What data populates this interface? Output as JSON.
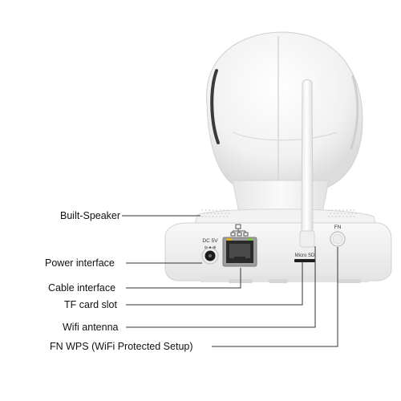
{
  "device": {
    "dc_label": "DC 5V",
    "dc_polarity": "⊖-●-⊕",
    "microsd_label": "Micro SD",
    "fn_label": "FN"
  },
  "callouts": [
    {
      "id": "built-speaker",
      "label": "Built-Speaker"
    },
    {
      "id": "power-interface",
      "label": "Power interface"
    },
    {
      "id": "cable-interface",
      "label": "Cable interface"
    },
    {
      "id": "tf-card-slot",
      "label": "TF card slot"
    },
    {
      "id": "wifi-antenna",
      "label": "Wifi antenna"
    },
    {
      "id": "fn-wps",
      "label": "FN WPS (WiFi Protected Setup)"
    }
  ],
  "colors": {
    "body_white": "#f3f3f3",
    "shadow": "#d6d6d6",
    "port_metal": "#9a9a9a",
    "led_green": "#7ac043",
    "led_yellow": "#e0b020",
    "leader_line": "#333333"
  }
}
